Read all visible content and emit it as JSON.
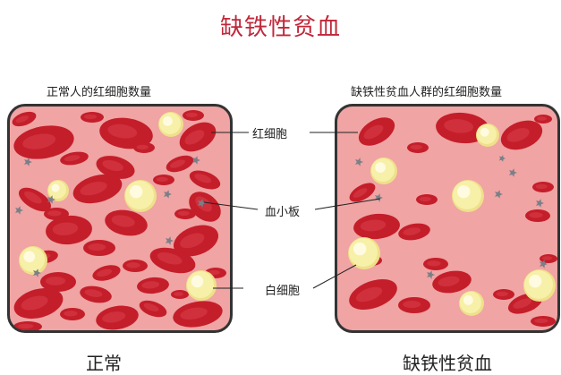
{
  "title": "缺铁性贫血",
  "normal": {
    "caption": "正常人的红细胞数量",
    "label": "正常"
  },
  "anemia": {
    "caption": "缺铁性贫血人群的红细胞数量",
    "label": "缺铁性贫血"
  },
  "callouts": {
    "rbc": "红细胞",
    "platelet": "血小板",
    "wbc": "白细胞"
  },
  "colors": {
    "title": "#c0283a",
    "panel_background": "#f0a4a4",
    "red_cell": "#c41e2a",
    "white_cell": "#f7f0a8",
    "platelet": "#7a7f88"
  }
}
